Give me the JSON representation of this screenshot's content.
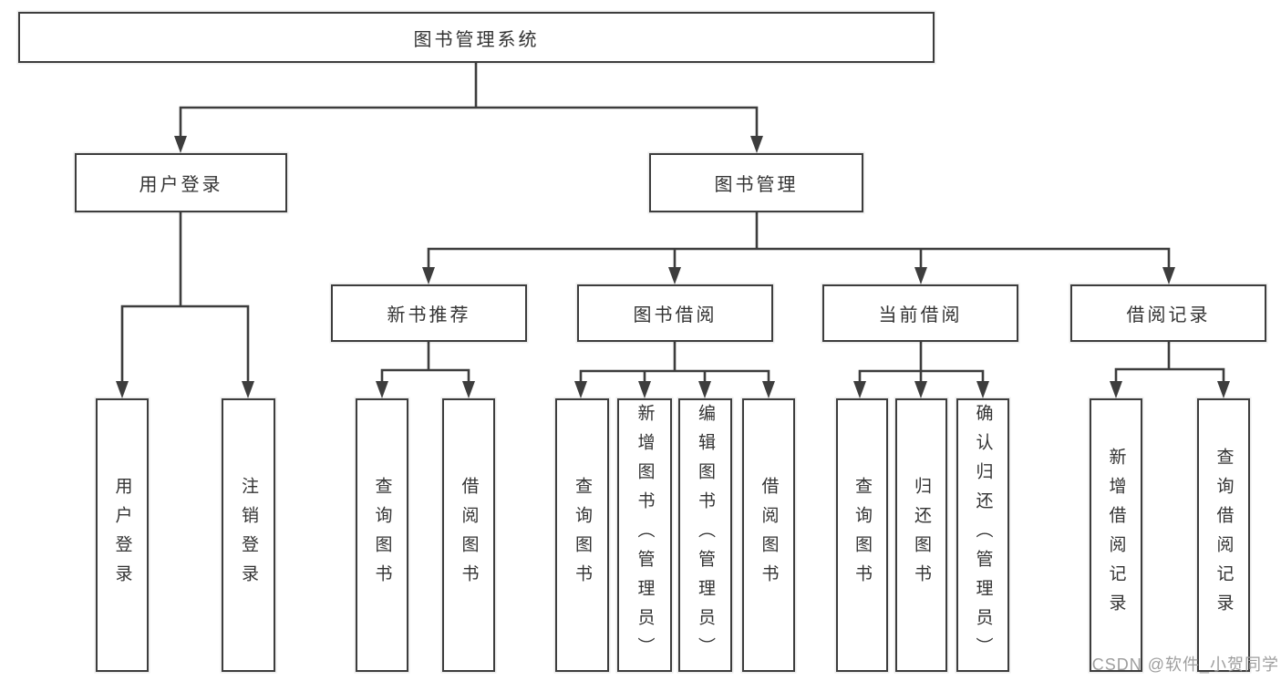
{
  "title": "图书管理系统",
  "watermark": "CSDN @软件_小贺同学",
  "colors": {
    "line": "#3d3d3d",
    "box_border": "#3d3d3d",
    "box_fill": "#ffffff",
    "text": "#333333",
    "watermark": "#9e9e9e",
    "background": "#ffffff"
  },
  "tree": {
    "label": "图书管理系统",
    "children": [
      {
        "label": "用户登录",
        "children": [
          {
            "label": "用户登录"
          },
          {
            "label": "注销登录"
          }
        ]
      },
      {
        "label": "图书管理",
        "children": [
          {
            "label": "新书推荐",
            "children": [
              {
                "label": "查询图书"
              },
              {
                "label": "借阅图书"
              }
            ]
          },
          {
            "label": "图书借阅",
            "children": [
              {
                "label": "查询图书"
              },
              {
                "label": "新增图书（管理员）"
              },
              {
                "label": "编辑图书（管理员）"
              },
              {
                "label": "借阅图书"
              }
            ]
          },
          {
            "label": "当前借阅",
            "children": [
              {
                "label": "查询图书"
              },
              {
                "label": "归还图书"
              },
              {
                "label": "确认归还（管理员）"
              }
            ]
          },
          {
            "label": "借阅记录",
            "children": [
              {
                "label": "新增借阅记录"
              },
              {
                "label": "查询借阅记录"
              }
            ]
          }
        ]
      }
    ]
  }
}
